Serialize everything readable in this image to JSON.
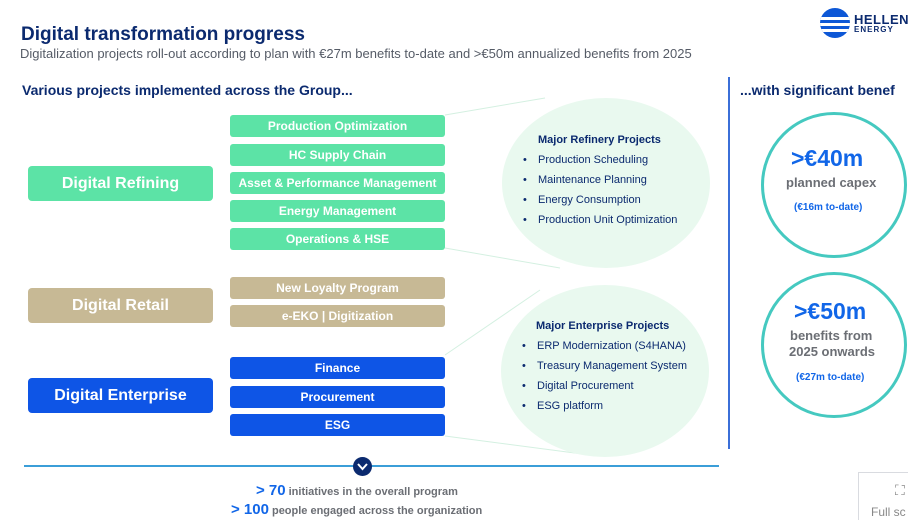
{
  "header": {
    "title": "Digital transformation progress",
    "subtitle": "Digitalization projects roll-out according to plan with €27m benefits to-date and >€50m annualized benefits from 2025"
  },
  "logo": {
    "name": "HELLENi",
    "sub": "ENERGY"
  },
  "left_section": {
    "heading": "Various projects implemented across the Group..."
  },
  "right_section": {
    "heading": "...with significant benef"
  },
  "categories": {
    "refining": "Digital Refining",
    "retail": "Digital Retail",
    "enterprise": "Digital Enterprise"
  },
  "refining_projects": [
    "Production Optimization",
    "HC Supply Chain",
    "Asset & Performance Management",
    "Energy Management",
    "Operations & HSE"
  ],
  "retail_projects": [
    "New Loyalty Program",
    "e-EKO | Digitization"
  ],
  "enterprise_projects": [
    "Finance",
    "Procurement",
    "ESG"
  ],
  "refinery_bubble": {
    "title": "Major Refinery Projects",
    "items": [
      "Production Scheduling",
      "Maintenance Planning",
      "Energy Consumption",
      "Production Unit Optimization"
    ]
  },
  "enterprise_bubble": {
    "title": "Major Enterprise Projects",
    "items": [
      "ERP Modernization (S4HANA)",
      "Treasury Management System",
      "Digital Procurement",
      "ESG platform"
    ]
  },
  "kpis": [
    {
      "value": ">€40m",
      "label_line1": "planned capex",
      "label_line2": "",
      "note": "(€16m to-date)"
    },
    {
      "value": ">€50m",
      "label_line1": "benefits from",
      "label_line2": "2025 onwards",
      "note": "(€27m to-date)"
    }
  ],
  "stats": [
    {
      "value": "> 70",
      "text": "initiatives in the overall program"
    },
    {
      "value": "> 100",
      "text": "people engaged across the organization"
    }
  ],
  "fullscreen": {
    "label": "Full sc"
  },
  "colors": {
    "navy": "#0b2a6f",
    "green": "#5ce3a6",
    "tan": "#c7b995",
    "blue": "#0e55e6",
    "teal": "#45c9c0"
  }
}
